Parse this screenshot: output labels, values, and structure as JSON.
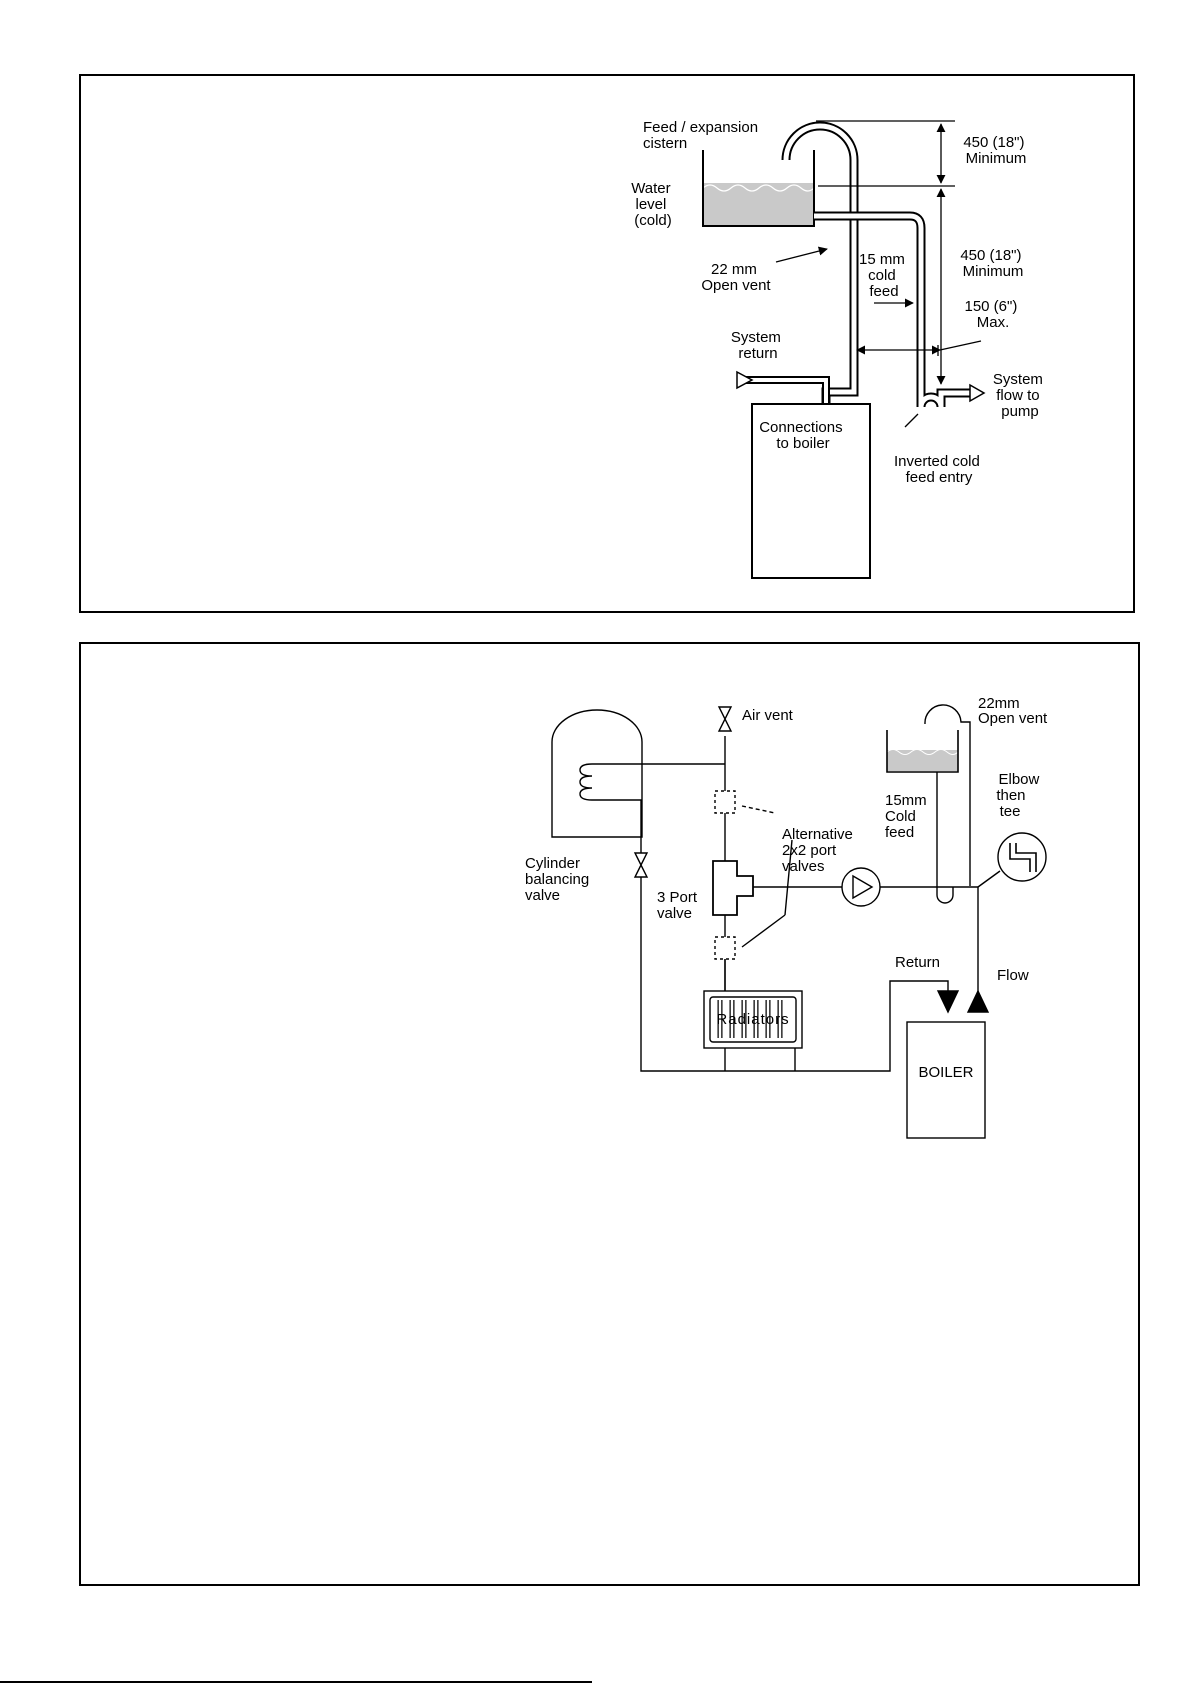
{
  "figure_1": {
    "cistern_label": [
      "Feed / expansion",
      "cistern"
    ],
    "water_level_label": [
      "Water",
      "level",
      "(cold)"
    ],
    "open_vent_label": [
      "22 mm",
      "Open vent"
    ],
    "cold_feed_label": [
      "15 mm",
      "cold",
      "feed"
    ],
    "dim_upper": [
      "450 (18\")",
      "Minimum"
    ],
    "dim_lower": [
      "450 (18\")",
      "Minimum"
    ],
    "dim_max": [
      "150 (6\")",
      "Max."
    ],
    "system_return_label": [
      "System",
      "return"
    ],
    "system_flow_label": [
      "System",
      "flow to",
      "pump"
    ],
    "boiler_label": [
      "Connections",
      "to boiler"
    ],
    "inverted_label": [
      "Inverted cold",
      "feed entry"
    ]
  },
  "figure_2": {
    "air_vent_label": "Air vent",
    "open_vent_label": [
      "22mm",
      "Open vent"
    ],
    "elbow_label": [
      "Elbow",
      "then",
      "tee"
    ],
    "alt_valves_label": [
      "Alternative",
      "2x2 port",
      "valves"
    ],
    "cold_feed_label": [
      "15mm",
      "Cold",
      "feed"
    ],
    "cylinder_label": [
      "Cylinder",
      "balancing",
      "valve"
    ],
    "port_valve_label": [
      "3 Port",
      "valve"
    ],
    "return_label": "Return",
    "flow_label": "Flow",
    "radiators_label": "Radiators",
    "boiler_label": "BOILER"
  }
}
